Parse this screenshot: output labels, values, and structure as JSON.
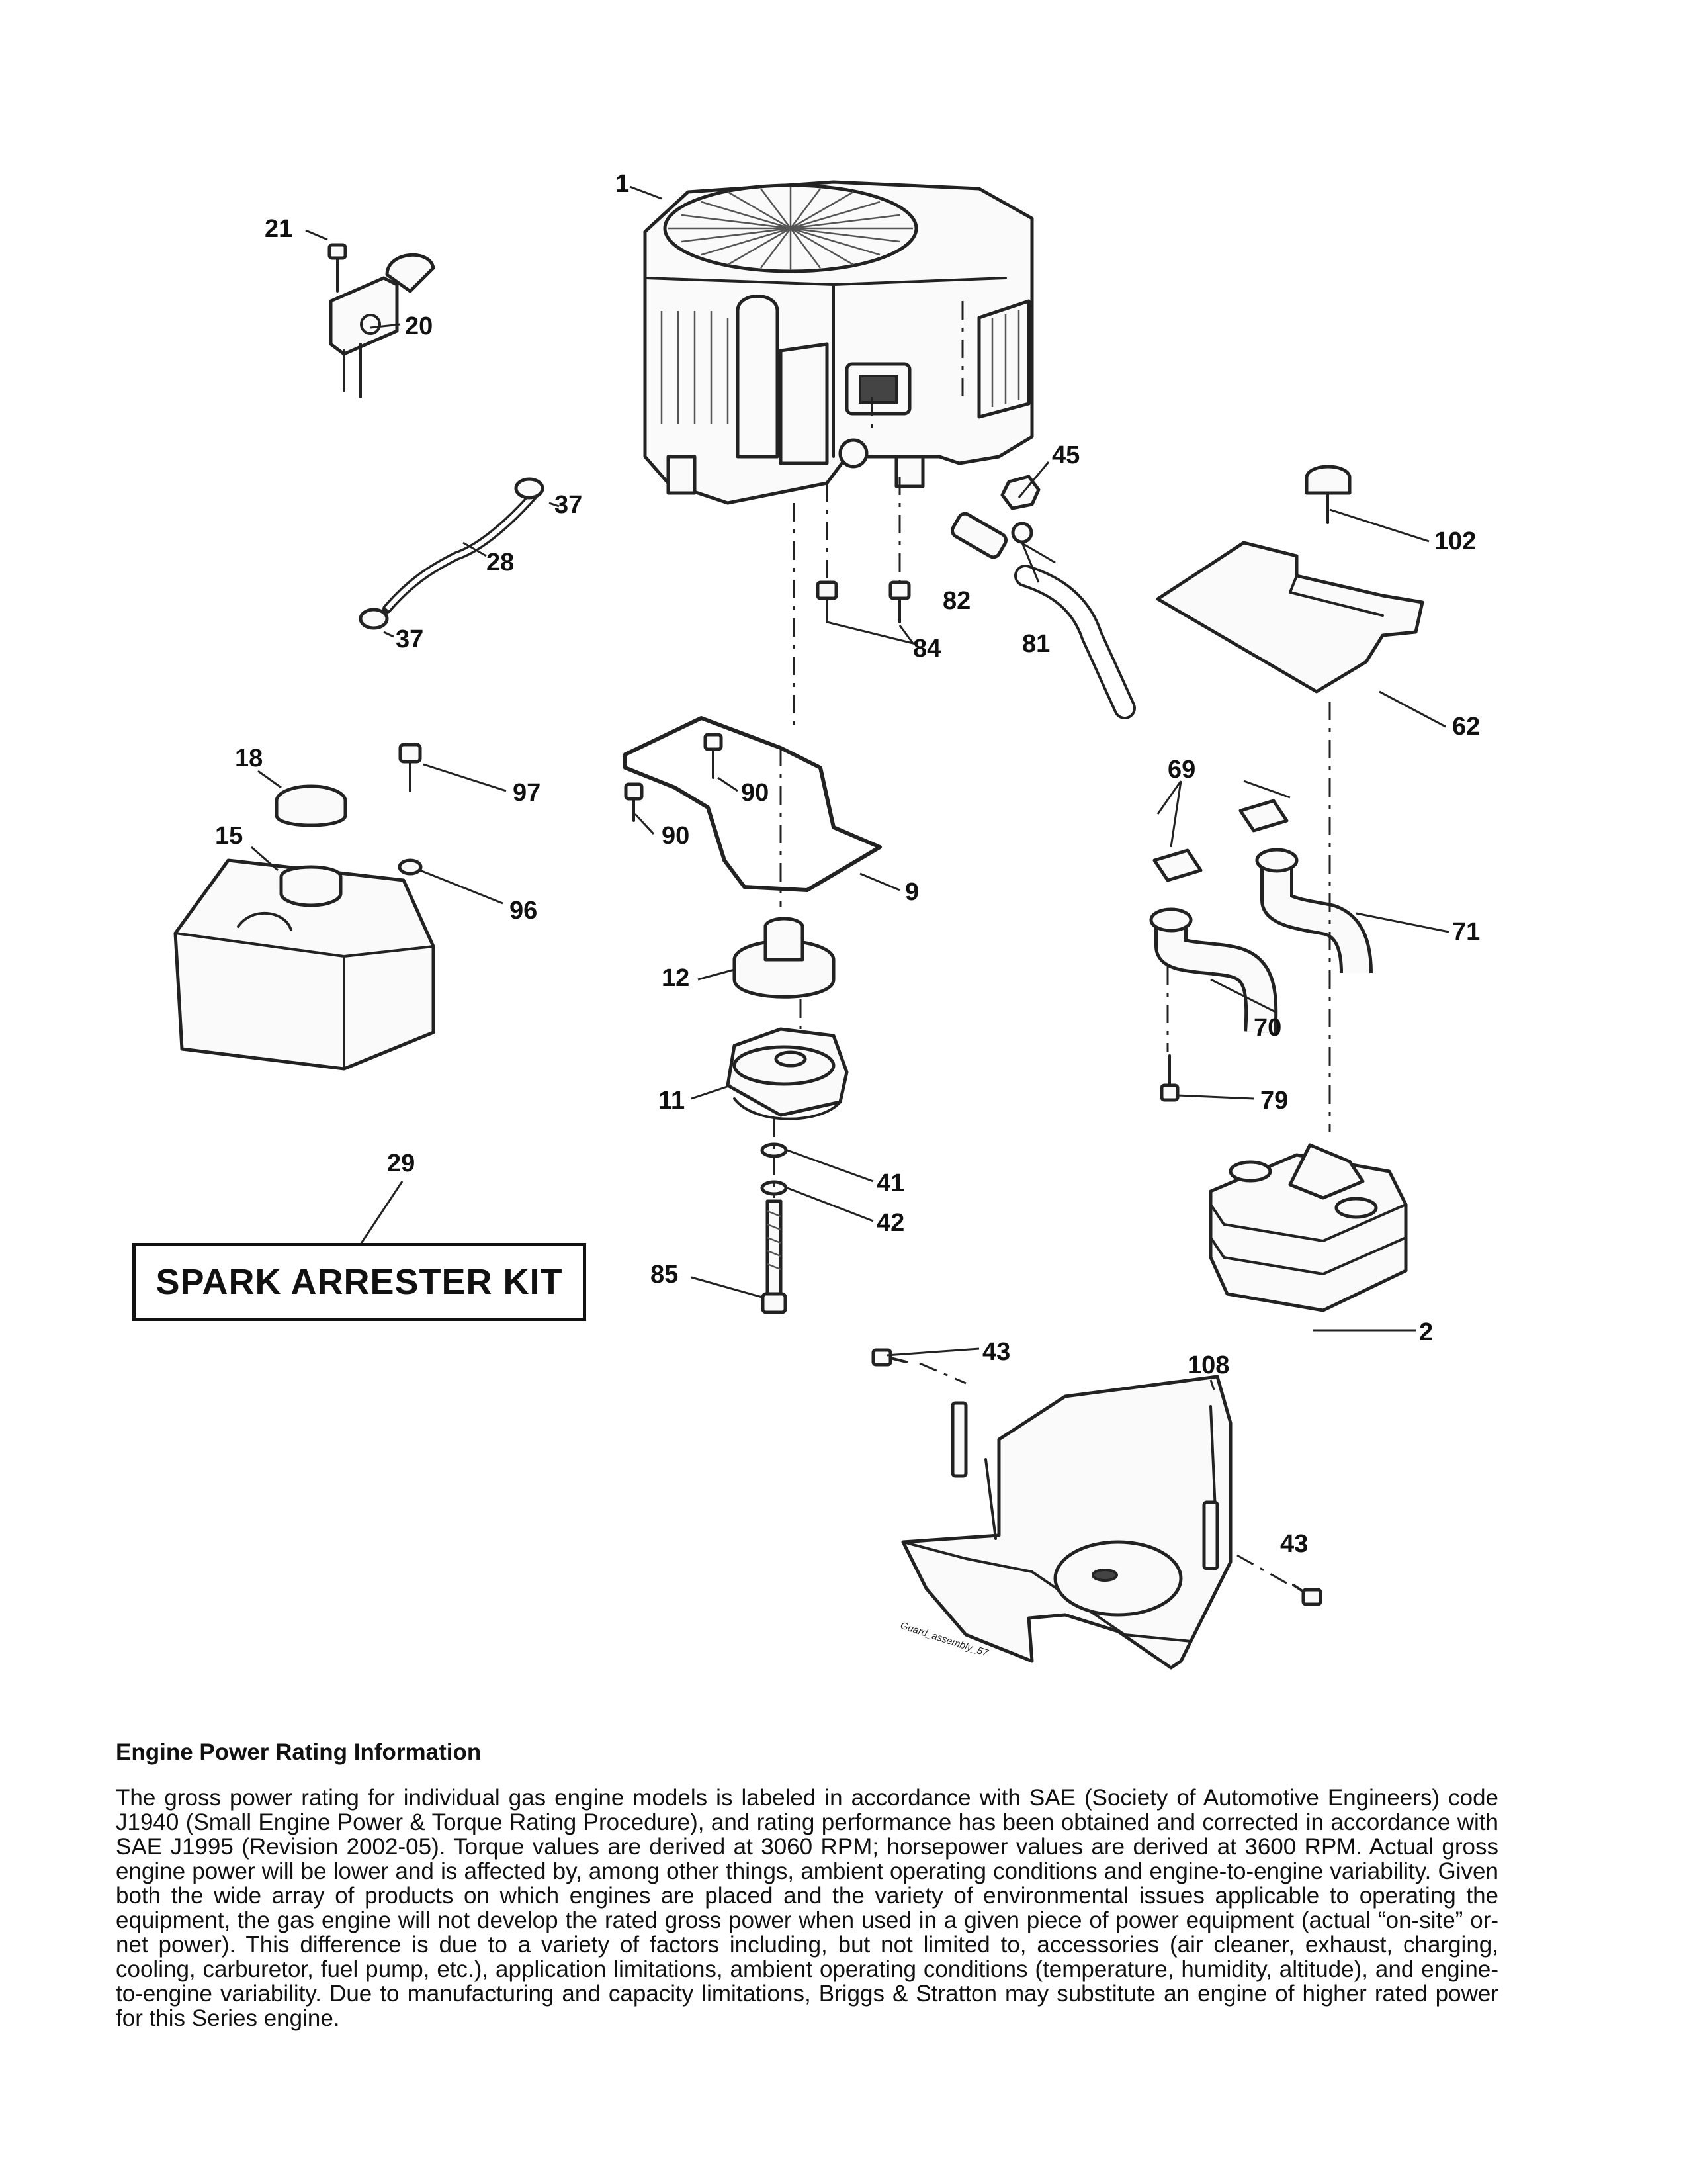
{
  "diagram": {
    "callouts": {
      "c1": "1",
      "c2": "2",
      "c9": "9",
      "c11": "11",
      "c12": "12",
      "c15": "15",
      "c18": "18",
      "c20": "20",
      "c21": "21",
      "c28": "28",
      "c29": "29",
      "c37a": "37",
      "c37b": "37",
      "c41": "41",
      "c42": "42",
      "c43a": "43",
      "c43b": "43",
      "c45": "45",
      "c62": "62",
      "c69": "69",
      "c70": "70",
      "c71": "71",
      "c79": "79",
      "c81": "81",
      "c82": "82",
      "c84": "84",
      "c85": "85",
      "c90a": "90",
      "c90b": "90",
      "c96": "96",
      "c97": "97",
      "c102": "102",
      "c108": "108"
    },
    "spark_arrester_label": "SPARK ARRESTER KIT",
    "guard_note": "Guard_assembly_57"
  },
  "info": {
    "heading": "Engine Power Rating Information",
    "body": "The gross power rating for individual gas engine models is labeled in accordance with SAE (Society of Automotive Engineers) code J1940 (Small Engine Power & Torque Rating Procedure), and rating performance has been obtained and corrected in accordance with SAE J1995 (Revision 2002-05). Torque values are derived at 3060 RPM; horsepower values are derived at 3600 RPM. Actual gross engine power will be lower and is affected by, among other things, ambient operating conditions and engine-to-engine variability. Given both the wide array of products on which engines are placed and the variety of environmental issues applicable to operating the equipment, the gas engine will not develop the rated gross power when used in a given piece of power equipment (actual “on-site” or-net power). This difference is due to a variety of factors including, but not limited to, accessories (air cleaner, exhaust, charging, cooling, carburetor, fuel pump, etc.), application limitations, ambient operating conditions (temperature, humidity, altitude), and engine-to-engine variability. Due to manufacturing and capacity limitations, Briggs & Stratton may substitute an engine of higher rated power for this Series engine."
  }
}
